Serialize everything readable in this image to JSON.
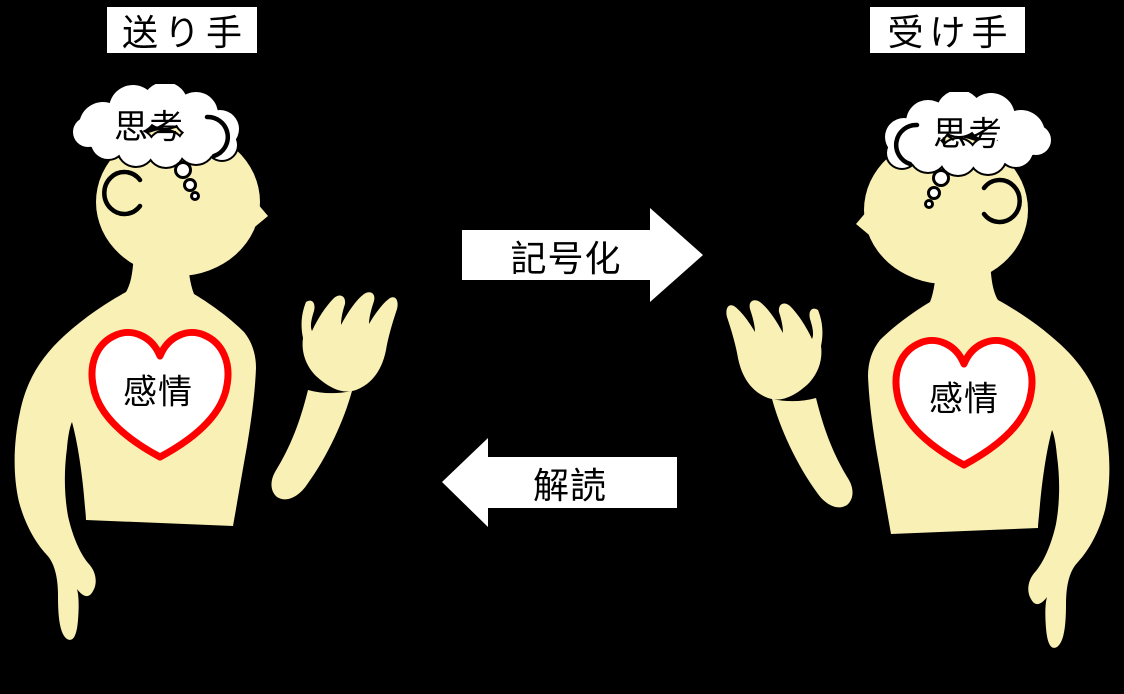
{
  "sender": {
    "title": "送り手",
    "thought": "思考",
    "emotion": "感情"
  },
  "receiver": {
    "title": "受け手",
    "thought": "思考",
    "emotion": "感情"
  },
  "arrows": {
    "encode": "記号化",
    "decode": "解読"
  },
  "colors": {
    "background": "#000000",
    "skin": "#F9F0B5",
    "outline": "#000000",
    "cloud": "#FFFFFF",
    "heart": "#FF0000",
    "arrow": "#FFFFFF",
    "label_bg": "#FFFFFF",
    "text": "#000000"
  }
}
